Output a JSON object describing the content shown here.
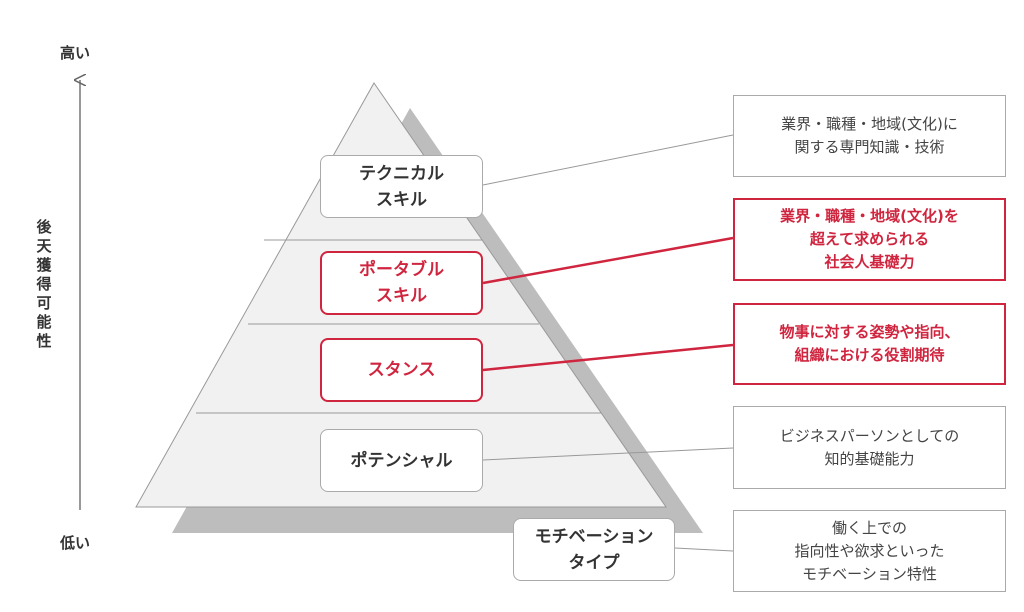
{
  "axis": {
    "high": "高い",
    "low": "低い",
    "label": "後天獲得可能性"
  },
  "colors": {
    "accent": "#d0253f",
    "pyramid_fill": "#f1f1f1",
    "shadow": "#bdbdbd"
  },
  "layers": [
    {
      "name": "テクニカル\nスキル",
      "description": "業界・職種・地域(文化)に\n関する専門知識・技術",
      "highlight": false
    },
    {
      "name": "ポータブル\nスキル",
      "description": "業界・職種・地域(文化)を\n超えて求められる\n社会人基礎力",
      "highlight": true
    },
    {
      "name": "スタンス",
      "description": "物事に対する姿勢や指向、\n組織における役割期待",
      "highlight": true
    },
    {
      "name": "ポテンシャル",
      "description": "ビジネスパーソンとしての\n知的基礎能力",
      "highlight": false
    },
    {
      "name": "モチベーション\nタイプ",
      "description": "働く上での\n指向性や欲求といった\nモチベーション特性",
      "highlight": false
    }
  ]
}
